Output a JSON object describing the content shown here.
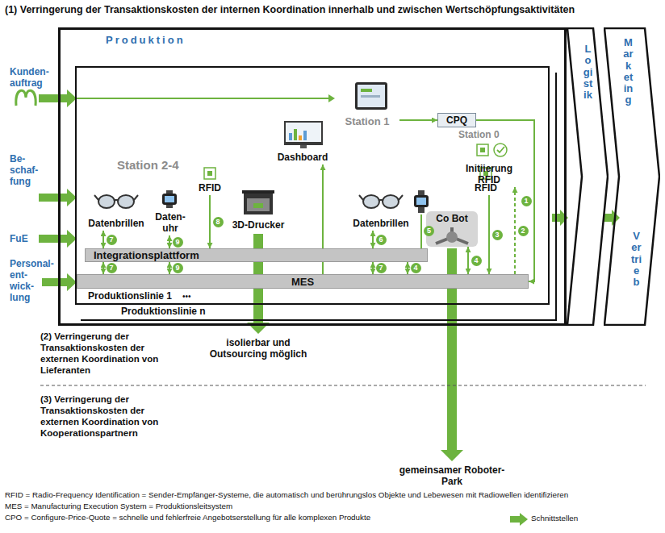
{
  "diagram": {
    "title": "(1) Verringerung der Transaktionskosten der internen Koordination innerhalb und zwischen Wertschöpfungsaktivitäten",
    "nodes": [
      {
        "text": [
          "Produktion"
        ]
      },
      {
        "text": [
          "Produktionslinie n"
        ],
        "in": 0
      },
      {
        "text": [
          "Produktionslinie 1"
        ],
        "in": 0
      },
      {
        "text": [
          "Station 1"
        ],
        "in": 2
      },
      {
        "text": [
          "CPQ"
        ],
        "in": 2
      },
      {
        "text": [
          "Initiierung RFID"
        ],
        "in": 2
      },
      {
        "text": [
          "Dashboard"
        ],
        "in": 2
      },
      {
        "text": [
          "Datenbrillen"
        ],
        "in": 2
      },
      {
        "text": [
          "Daten- uhr"
        ],
        "in": 2
      },
      {
        "text": [
          "RFID"
        ],
        "in": 2
      },
      {
        "text": [
          "3D-Drucker"
        ],
        "in": 2
      },
      {
        "text": [
          "Datenbrillen"
        ],
        "in": 2
      },
      {
        "text": [
          "RFID"
        ],
        "in": 2
      },
      {
        "text": [
          "Co Bot"
        ],
        "in": 2
      },
      {
        "text": [
          "Integrationsplattform"
        ],
        "in": 2
      },
      {
        "text": [
          "MES"
        ],
        "in": 2
      },
      {
        "text": [
          "Logistik"
        ]
      },
      {
        "text": [
          "Marketing",
          "Vertrieb"
        ]
      }
    ],
    "edges": [
      {
        "from": 3,
        "to": 4,
        "arrow": "to"
      },
      {
        "from": 4,
        "to": 15,
        "arrow": "to",
        "label": "1"
      },
      {
        "from": 15,
        "to": 5,
        "arrow": "to",
        "label": "2"
      },
      {
        "from": 12,
        "to": 15,
        "arrow": "to",
        "label": "3"
      },
      {
        "from": 7,
        "to": 14,
        "arrow": "both",
        "label": "7"
      },
      {
        "from": 8,
        "to": 14,
        "arrow": "both",
        "label": "9"
      },
      {
        "from": 9,
        "to": 14,
        "arrow": "to",
        "label": "8"
      },
      {
        "from": 11,
        "to": 14,
        "arrow": "both",
        "label": "6"
      },
      {
        "from": 14,
        "to": 15,
        "arrow": "both",
        "label": "7"
      },
      {
        "from": 14,
        "to": 15,
        "arrow": "both",
        "label": "9"
      },
      {
        "from": 14,
        "to": 15,
        "arrow": "both",
        "label": "7"
      },
      {
        "from": 14,
        "to": 15,
        "arrow": "both",
        "label": "4"
      },
      {
        "from": 13,
        "to": 15,
        "arrow": "both",
        "label": "4"
      },
      {
        "from": 15,
        "to": 6,
        "arrow": "to"
      }
    ],
    "labels": [
      "Kunden- auftrag",
      "Be- schaf- fung",
      "FuE",
      "Personal- ent- wick- lung",
      "Station 0",
      "Station 2-4",
      "5",
      "•••",
      "(2) Verringerung der Transaktionskosten der externen Koordination von Lieferanten",
      "isolierbar und Outsourcing möglich",
      "(3) Verringerung der Transaktionskosten der externen Koordination von Kooperationspartnern",
      "gemeinsamer Roboter-Park",
      "RFID = Radio-Frequency Identification = Sender-Empfänger-Systeme, die automatisch und berührungslos Objekte und Lebewesen mit Radiowellen identifizieren",
      "MES = Manufacturing Execution System = Produktionsleitsystem",
      "CPO = Configure-Price-Quote = schnelle und fehlerfreie Angebotserstellung für alle komplexen Produkte"
    ],
    "legend": [
      {
        "text": "Schnittstellen"
      }
    ]
  }
}
